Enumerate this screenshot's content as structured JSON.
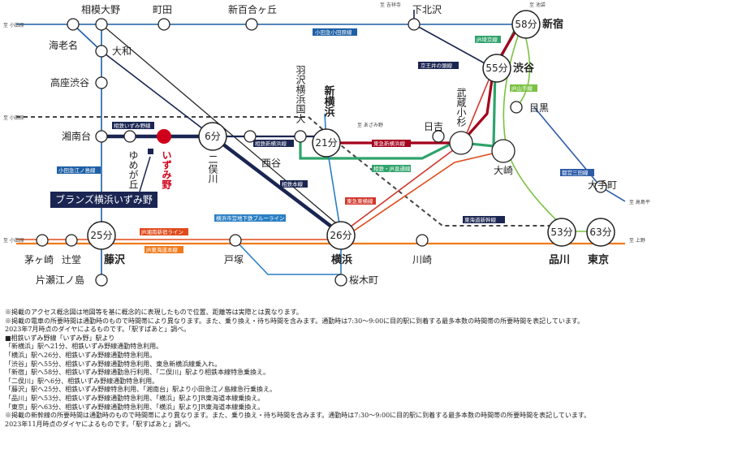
{
  "map": {
    "edges": {
      "odawara_w": "至 小田原",
      "odawara_w2": "至 小田原",
      "odawara_w3": "至 小田原",
      "ikebukuro": "至 池袋",
      "kichijoji": "至 吉祥寺",
      "azamino": "至 あざみ野",
      "takashimadaira": "至 高島平",
      "ueno": "至 上野"
    },
    "stations": {
      "sagamiono": "相模大野",
      "machida": "町田",
      "shinyurigaoka": "新百合ヶ丘",
      "shimokitazawa": "下北沢",
      "ebina": "海老名",
      "yamato": "大和",
      "koza_shibuya": "高座渋谷",
      "shonandai": "湘南台",
      "yumegaoka": "ゆめが丘",
      "izumino": "いずみ野",
      "futamatagawa": "二俣川",
      "nishiya": "西谷",
      "hazawa": "羽沢横浜国大",
      "shinyokohama": "新横浜",
      "hiyoshi": "日吉",
      "musashikosugi": "武蔵小杉",
      "osaki": "大崎",
      "meguro": "目黒",
      "otemachi": "大手町",
      "shinjuku": "新宿",
      "shibuya": "渋谷",
      "fujisawa": "藤沢",
      "chigasaki": "茅ヶ崎",
      "tsujido": "辻堂",
      "katase": "片瀬江ノ島",
      "totsuka": "戸塚",
      "yokohama": "横浜",
      "sakuragicho": "桜木町",
      "kawasaki": "川崎",
      "shinagawa": "品川",
      "tokyo": "東京"
    },
    "times": {
      "shinjuku": "58分",
      "shibuya": "55分",
      "futamatagawa": "6分",
      "shinyokohama": "21分",
      "fujisawa": "25分",
      "yokohama": "26分",
      "shinagawa": "53分",
      "tokyo": "63分"
    },
    "lines": {
      "odakyu_odawara": "小田急小田原線",
      "keio_inokashira": "京王井の頭線",
      "jr_saikyo": "JR埼京線",
      "jr_yamanote": "JR山手線",
      "sotetsu_izumino": "相鉄いずみ野線",
      "sotetsu_shinyokohama": "相鉄新横浜線",
      "tokyu_shinyokohama": "東急新横浜線",
      "sotetsu_jr": "相鉄・JR直通線",
      "odakyu_enoshima": "小田急江ノ島線",
      "sotetsu_main": "相鉄本線",
      "toei_mita": "都営三田線",
      "tokyu_toyoko": "東急東横線",
      "tokaido_shinkansen": "東海道新幹線",
      "subway_blue": "横浜市営地下鉄ブルーライン",
      "jr_shonan_shinjuku": "JR湘南新宿ライン",
      "jr_tokaido": "JR東海道本線"
    },
    "property": "ブランズ横浜いずみ野"
  },
  "notes": [
    "※掲載のアクセス概念図は地図等を基に概念的に表現したもので位置、距離等は実際とは異なります。",
    "※掲載の電車の所要時間は通勤時のもので時間帯により異なります。また、乗り換え・待ち時間を含みます。通勤時は7:30～9:00に目的駅に到着する最多本数の時間帯の所要時間を表記しています。",
    "2023年7月時点のダイヤによるものです。「駅すぱあと」調べ。",
    "■相鉄いずみ野線「いずみ野」駅より",
    "「新横浜」駅へ21分、相鉄いずみ野線通勤特急利用。",
    "「横浜」駅へ26分、相鉄いずみ野線通勤特急利用。",
    "「渋谷」駅へ55分、相鉄いずみ野線通勤特急利用、東急新横浜線乗入れ。",
    "「新宿」駅へ58分、相鉄いずみ野線通勤急行利用、「二俣川」駅より相鉄本線特急乗換え。",
    "「二俣川」駅へ6分、相鉄いずみ野線通勤特急利用。",
    "「藤沢」駅へ25分、相鉄いずみ野線特急利用、「湘南台」駅より小田急江ノ島線急行乗換え。",
    "「品川」駅へ53分、相鉄いずみ野線通勤特急利用、「横浜」駅よりJR東海道本線乗換え。",
    "「東京」駅へ63分、相鉄いずみ野線通勤特急利用、「横浜」駅よりJR東海道本線乗換え。",
    "※掲載の新幹線の所要時間は通勤時のもので時間帯により異なります。また、乗り換え・待ち時間を含みます。通勤時は7:30～9:00に目的駅に到着する最多本数の時間帯の所要時間を表記しています。",
    "2023年11月時点のダイヤによるものです。「駅すぱあと」調べ。"
  ],
  "colors": {
    "sotetsu": "#1a2552",
    "tokyu": "#a3001b",
    "jr_green": "#2fa36b",
    "yamanote": "#7ac142",
    "odakyu": "#1c5fa6",
    "tokaido": "#f07a1a",
    "shonan": "#e04a1a",
    "blue_line": "#2a7fc4",
    "mita": "#2c5ca8",
    "toyoko": "#d2362c",
    "shinkansen": "#444444",
    "highlight": "#d0001a"
  }
}
